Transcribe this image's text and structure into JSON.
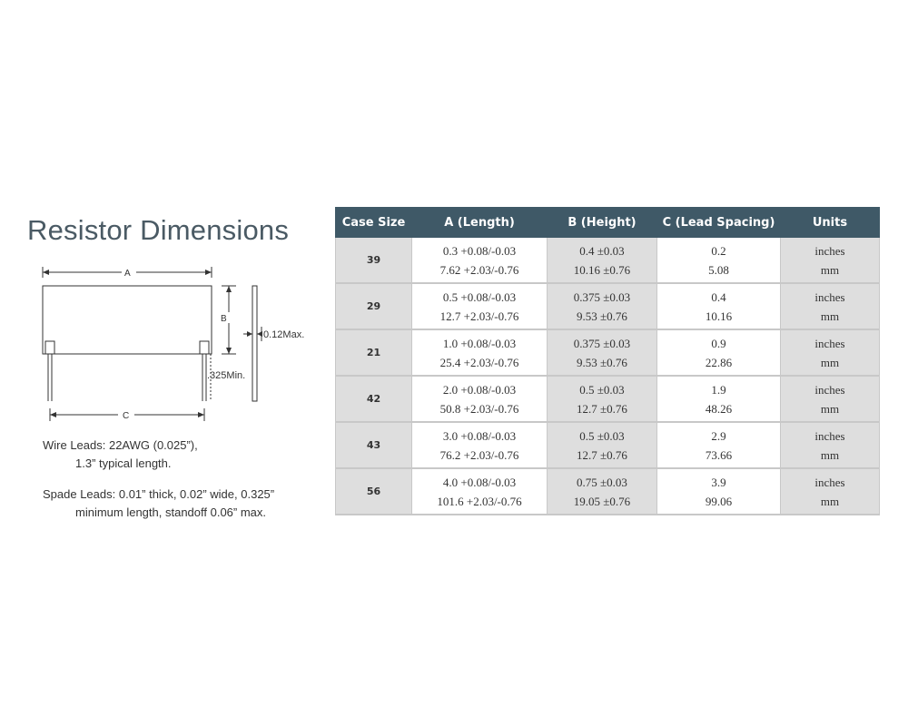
{
  "title": "Resistor Dimensions",
  "diagram": {
    "label_a": "A",
    "label_b": "B",
    "label_c": "C",
    "thickness_label": "0.12Max.",
    "lead_label": ".325Min."
  },
  "notes": {
    "wire_line1": "Wire Leads: 22AWG (0.025”),",
    "wire_line2": "1.3” typical length.",
    "spade_line1": "Spade Leads: 0.01” thick, 0.02” wide, 0.325”",
    "spade_line2": "minimum length, standoff 0.06” max."
  },
  "table": {
    "headers": [
      "Case Size",
      "A (Length)",
      "B (Height)",
      "C (Lead Spacing)",
      "Units"
    ],
    "rows": [
      {
        "case": "39",
        "a": [
          "0.3 +0.08/-0.03",
          "7.62 +2.03/-0.76"
        ],
        "b": [
          "0.4 ±0.03",
          "10.16 ±0.76"
        ],
        "c": [
          "0.2",
          "5.08"
        ],
        "u": [
          "inches",
          "mm"
        ]
      },
      {
        "case": "29",
        "a": [
          "0.5 +0.08/-0.03",
          "12.7 +2.03/-0.76"
        ],
        "b": [
          "0.375 ±0.03",
          "9.53 ±0.76"
        ],
        "c": [
          "0.4",
          "10.16"
        ],
        "u": [
          "inches",
          "mm"
        ]
      },
      {
        "case": "21",
        "a": [
          "1.0 +0.08/-0.03",
          "25.4 +2.03/-0.76"
        ],
        "b": [
          "0.375 ±0.03",
          "9.53 ±0.76"
        ],
        "c": [
          "0.9",
          "22.86"
        ],
        "u": [
          "inches",
          "mm"
        ]
      },
      {
        "case": "42",
        "a": [
          "2.0 +0.08/-0.03",
          "50.8 +2.03/-0.76"
        ],
        "b": [
          "0.5 ±0.03",
          "12.7 ±0.76"
        ],
        "c": [
          "1.9",
          "48.26"
        ],
        "u": [
          "inches",
          "mm"
        ]
      },
      {
        "case": "43",
        "a": [
          "3.0 +0.08/-0.03",
          "76.2 +2.03/-0.76"
        ],
        "b": [
          "0.5 ±0.03",
          "12.7 ±0.76"
        ],
        "c": [
          "2.9",
          "73.66"
        ],
        "u": [
          "inches",
          "mm"
        ]
      },
      {
        "case": "56",
        "a": [
          "4.0 +0.08/-0.03",
          "101.6 +2.03/-0.76"
        ],
        "b": [
          "0.75 ±0.03",
          "19.05 ±0.76"
        ],
        "c": [
          "3.9",
          "99.06"
        ],
        "u": [
          "inches",
          "mm"
        ]
      }
    ]
  },
  "colors": {
    "header_bg": "#3f5967",
    "shaded_cell": "#dedede",
    "title_color": "#4a5a64"
  }
}
